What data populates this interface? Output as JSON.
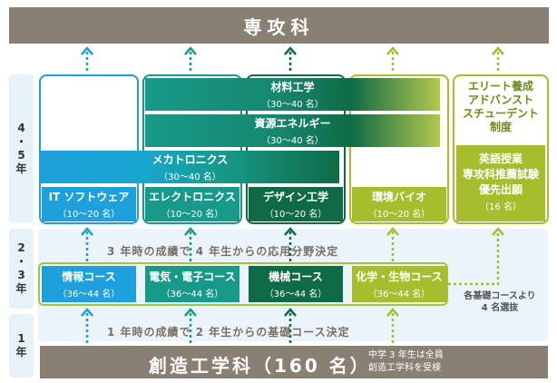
{
  "header": {
    "title": "専攻科"
  },
  "year_labels": {
    "y45": [
      "4",
      "・",
      "5",
      "年"
    ],
    "y23": [
      "2",
      "・",
      "3",
      "年"
    ],
    "y1": [
      "1",
      "年"
    ]
  },
  "upper_courses": {
    "materials": {
      "title": "材料工学",
      "capacity": "（30〜40 名）"
    },
    "resources": {
      "title": "資源エネルギー",
      "capacity": "（30〜40 名）"
    },
    "mechatronics": {
      "title": "メカトロニクス",
      "capacity": "（30〜40 名）"
    },
    "it_software": {
      "title": "IT ソフトウェア",
      "capacity": "（10〜20 名）"
    },
    "electronics": {
      "title": "エレクトロニクス",
      "capacity": "（10〜20 名）"
    },
    "design_eng": {
      "title": "デザイン工学",
      "capacity": "（10〜20 名）"
    },
    "env_bio": {
      "title": "環境バイオ",
      "capacity": "（10〜20 名）"
    }
  },
  "elite": {
    "title_lines": [
      "エリート養成",
      "アドバンスト",
      "スチューデント",
      "制度"
    ],
    "box_lines": [
      "英語授業",
      "専攻科推薦試験",
      "優先出願"
    ],
    "capacity": "（16 名）"
  },
  "mid_text": "3 年時の成績で 4 年生からの応用分野決定",
  "basic_courses": [
    {
      "title": "情報コース",
      "capacity": "（36〜44 名）"
    },
    {
      "title": "電気・電子コース",
      "capacity": "（36〜44 名）"
    },
    {
      "title": "機械コース",
      "capacity": "（36〜44 名）"
    },
    {
      "title": "化学・生物コース",
      "capacity": "（36〜44 名）"
    }
  ],
  "side_note": [
    "各基礎コースより",
    "4 名選抜"
  ],
  "lower_text": "1 年時の成績で 2 年生からの基礎コース決定",
  "footer": {
    "title": "創造工学科（160 名）",
    "note": [
      "中学 3 年生は全員",
      "創造工学科を受検"
    ]
  },
  "colors": {
    "gray": "#8a7f73",
    "blue": "#1ea0dc",
    "teal": "#179a8a",
    "dark_green": "#0f6b45",
    "lime": "#a6be2e",
    "light_blue_bg": "#e6f1f8"
  }
}
